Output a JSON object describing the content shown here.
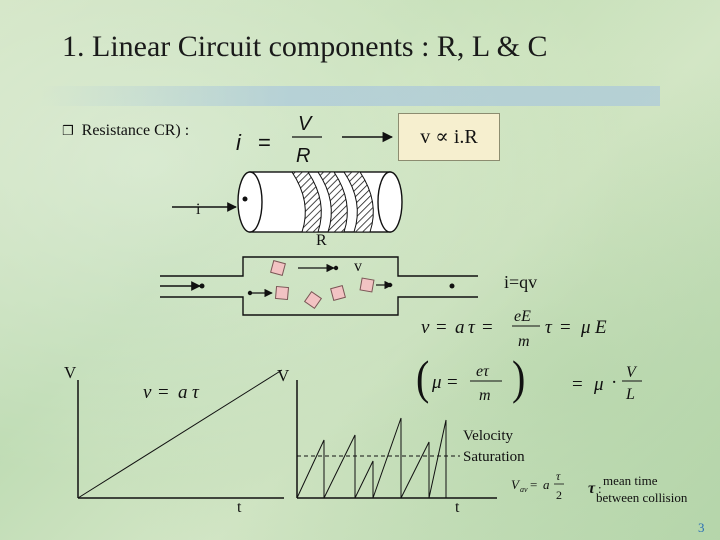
{
  "slide": {
    "title": "1. Linear Circuit components : R, L & C",
    "page_number": "3"
  },
  "resistance": {
    "bullet_label": "Resistance CR) :",
    "formula_i": "i = V / R",
    "ohm_box": "v ∝ i.R",
    "current_label": "i",
    "resistor_label": "R",
    "velocity_label": "v",
    "current_relation": "i=qv"
  },
  "equations": {
    "drift": "v = aτ = eE/m τ = μE",
    "mobility": "(μ = eτ/m)",
    "mobility_result": "= μ · V/L"
  },
  "left_plot": {
    "y_label": "V",
    "x_label": "t",
    "line_label": "v = aτ"
  },
  "right_plot": {
    "y_label": "V",
    "x_label": "t",
    "annotation_line1": "Velocity",
    "annotation_line2": "Saturation",
    "average_formula": "Vav = a τ/2",
    "tau_note_line1": "mean time",
    "tau_note_line2": "between collision"
  },
  "colors": {
    "box_fill": "#f6efcf",
    "particle_fill": "#f2c3c3",
    "resistor_fill": "#ffffff"
  }
}
